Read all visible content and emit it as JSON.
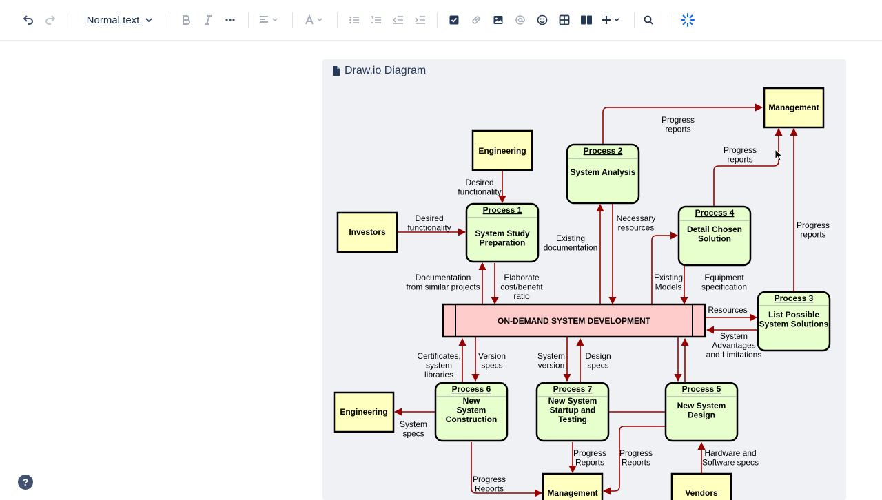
{
  "toolbar": {
    "text_style": "Normal text",
    "buttons": [
      "undo-icon",
      "redo-icon",
      "bold-icon",
      "italic-icon",
      "more-formatting-icon",
      "align-icon",
      "text-color-icon",
      "bullet-list-icon",
      "numbered-list-icon",
      "outdent-icon",
      "indent-icon",
      "task-icon",
      "link-icon",
      "image-icon",
      "mention-icon",
      "emoji-icon",
      "table-icon",
      "layout-icon",
      "insert-icon",
      "search-icon",
      "loading-icon"
    ]
  },
  "panel": {
    "title": "Draw.io Diagram"
  },
  "colors": {
    "entity_fill": "#FFFFC0",
    "process_fill": "#E6FFCC",
    "system_fill": "#FFCCCC",
    "edge": "#990000"
  },
  "diagram": {
    "entities": {
      "management_top": "Management",
      "engineering_top": "Engineering",
      "investors": "Investors",
      "engineering_bottom": "Engineering",
      "management_bottom": "Management",
      "vendors": "Vendors"
    },
    "processes": {
      "p1": {
        "id": "Process 1",
        "lines": [
          "System Study",
          "Preparation"
        ]
      },
      "p2": {
        "id": "Process 2",
        "lines": [
          "System Analysis"
        ]
      },
      "p3": {
        "id": "Process 3",
        "lines": [
          "List Possible",
          "System Solutions"
        ]
      },
      "p4": {
        "id": "Process 4",
        "lines": [
          "Detail Chosen",
          "Solution"
        ]
      },
      "p5": {
        "id": "Process 5",
        "lines": [
          "New System",
          "Design"
        ]
      },
      "p6": {
        "id": "Process 6",
        "lines": [
          "New",
          "System",
          "Construction"
        ]
      },
      "p7": {
        "id": "Process 7",
        "lines": [
          "New System",
          "Startup and",
          "Testing"
        ]
      }
    },
    "system": "ON-DEMAND SYSTEM DEVELOPMENT",
    "labels": {
      "progress_reports_top": [
        "Progress",
        "reports"
      ],
      "progress_reports_mid": [
        "Progress",
        "reports"
      ],
      "progress_reports_right": [
        "Progress",
        "reports"
      ],
      "desired_functionality_eng": [
        "Desired",
        "functionality"
      ],
      "desired_functionality_inv": [
        "Desired",
        "functionality"
      ],
      "necessary_resources": [
        "Necessary",
        "resources"
      ],
      "existing_documentation": [
        "Existing",
        "documentation"
      ],
      "documentation_similar": [
        "Documentation",
        "from similar projects"
      ],
      "elaborate_ratio": [
        "Elaborate",
        "cost/benefit",
        "ratio"
      ],
      "existing_models": [
        "Existing",
        "Models"
      ],
      "equipment_spec": [
        "Equipment",
        "specification"
      ],
      "resources": [
        "Resources"
      ],
      "system_advantages": [
        "System",
        "Advantages",
        "and Limitations"
      ],
      "certificates": [
        "Certificates,",
        "system",
        "libraries"
      ],
      "version_specs": [
        "Version",
        "specs"
      ],
      "system_version": [
        "System",
        "version"
      ],
      "design_specs": [
        "Design",
        "specs"
      ],
      "system_specs": [
        "System",
        "specs"
      ],
      "progress_reports_p7": [
        "Progress",
        "Reports"
      ],
      "progress_reports_p5": [
        "Progress",
        "Reports"
      ],
      "progress_reports_p6": [
        "Progress",
        "Reports"
      ],
      "hardware_specs": [
        "Hardware and",
        "Software specs"
      ]
    }
  }
}
